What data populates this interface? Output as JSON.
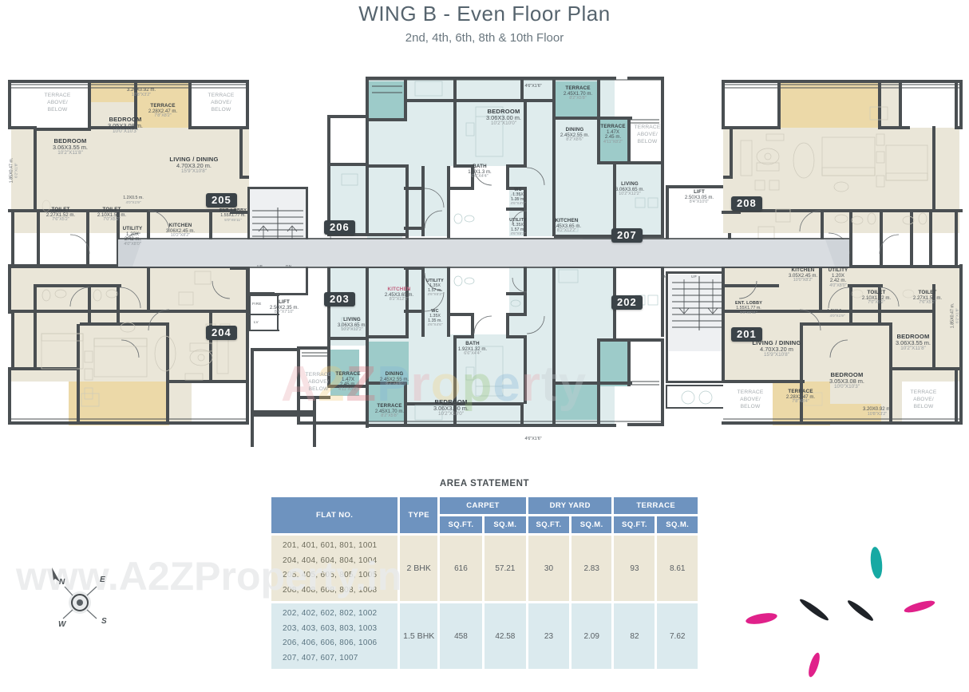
{
  "header": {
    "title": "WING B -  Even Floor Plan",
    "subtitle": "2nd, 4th, 6th, 8th & 10th Floor"
  },
  "watermarks": {
    "center": "A2ZProperty",
    "bottom": "www.A2ZProperty.in"
  },
  "compass": {
    "n": "N",
    "e": "E",
    "s": "S",
    "w": "W"
  },
  "units": {
    "u201": "201",
    "u202": "202",
    "u203": "203",
    "u204": "204",
    "u205": "205",
    "u206": "206",
    "u207": "207",
    "u208": "208"
  },
  "stairs": {
    "up": "UP",
    "dn": "DN",
    "fire": "FIRE",
    "lv": "LV"
  },
  "rooms": {
    "tl_terr_strip": {
      "name": "",
      "m": "3.20X0.92 m.",
      "ft": "10'8\"X3'2\""
    },
    "tl_terrace": {
      "name": "TERRACE",
      "m": "2.28X2.47 m.",
      "ft": "7'8\"X8'2\""
    },
    "tl_tab_left": {
      "name": "TERRACE\nABOVE/\nBELOW"
    },
    "tl_tab_right": {
      "name": "TERRACE\nABOVE/\nBELOW"
    },
    "tl_bed1": {
      "name": "BEDROOM",
      "m": "3.06X3.55 m.",
      "ft": "10'2\"X11'8\""
    },
    "tl_bed2": {
      "name": "BEDROOM",
      "m": "3.05X3.08 m.",
      "ft": "10'0\"X10'3\""
    },
    "tl_living": {
      "name": "LIVING / DINING",
      "m": "4.70X3.20 m.",
      "ft": "15'9\"X10'8\""
    },
    "tl_toilet1": {
      "name": "TOILET",
      "m": "2.27X1.52 m.",
      "ft": "7'6\"X5'2\""
    },
    "tl_toilet2": {
      "name": "TOILET",
      "m": "2.10X1.52 m.",
      "ft": "7'0\"X5'2\""
    },
    "tl_utility": {
      "name": "UTILITY",
      "m": "1.20X",
      "m2": "2.42 m.",
      "ft": "4'0\"X8'0\""
    },
    "tl_kitchen": {
      "name": "KITCHEN",
      "m": "3.06X2.45 m.",
      "ft": "10'2\"X8'2\""
    },
    "tl_entlobby": {
      "name": "ENT. LOBBY",
      "m": "1.55X1.77 m.",
      "ft": "5'0\"X5'11\""
    },
    "tl_niche": {
      "m": "1.2X0.5 m.",
      "ft": "4'0\"X1'9\""
    },
    "tl_edge": {
      "m": "1.85X0.47 m.",
      "ft": "6'2\"X1'8\""
    },
    "tc_bedroom": {
      "name": "BEDROOM",
      "m": "3.06X3.00 m.",
      "ft": "10'2\"X10'0\""
    },
    "tc_dining": {
      "name": "DINING",
      "m": "2.45X2.55 m.",
      "ft": "8'2\"X8'6\""
    },
    "tc_bath": {
      "name": "BATH",
      "m": "1.9X1.3 m.",
      "ft": "6'6\"X4'4\""
    },
    "tc_wc": {
      "name": "WC",
      "m": "1.35X",
      "m2": "1.35 m.",
      "ft": "4'6\"X4'6\""
    },
    "tc_utility": {
      "name": "UTILITY",
      "m": "1.35X",
      "m2": "1.57 m.",
      "ft": "4'6\"X5'3\""
    },
    "tc_kitchen": {
      "name": "KITCHEN",
      "m": "2.45X3.65 m.",
      "ft": "8'2\"X12'2\""
    },
    "tc_terr_top": {
      "name": "TERRACE",
      "m": "2.45X1.70 m.",
      "ft": "8'2\"X5'8\""
    },
    "tc_terr_side": {
      "name": "TERRACE",
      "m": "1.47X",
      "m2": "2.45 m.",
      "ft": "4'11\"X8'2\""
    },
    "tc_tab": {
      "name": "TERRACE\nABOVE/\nBELOW"
    },
    "tc_small1": {
      "ft": "4'6\"X1'6\""
    },
    "tc_living": {
      "name": "LIVING",
      "m": "3.06X3.65 m.",
      "ft": "10'2\"X12'2\""
    },
    "tc_lift": {
      "name": "LIFT",
      "m": "2.50X3.05 m.",
      "ft": "8'4\"X10'0\""
    },
    "bl_lift": {
      "name": "LIFT",
      "m": "2.50X2.35 m.",
      "ft": "8'4\"X7'10\""
    },
    "bc_living": {
      "name": "LIVING",
      "m": "3.06X3.65 m.",
      "ft": "10'2\"X12'2\""
    },
    "bc_kitchen": {
      "name": "KITCHEN",
      "m": "2.45X3.65 m.",
      "ft": "8'2\"X12'2\""
    },
    "bc_utility": {
      "name": "UTILITY",
      "m": "1.35X",
      "m2": "1.57 m.",
      "ft": "4'6\"X5'3\""
    },
    "bc_wc": {
      "name": "WC",
      "m": "1.35X",
      "m2": "1.35 m.",
      "ft": "4'6\"X4'6\""
    },
    "bc_bath": {
      "name": "BATH",
      "m": "1.92X1.32 m.",
      "ft": "6'6\"X4'4\""
    },
    "bc_dining": {
      "name": "DINING",
      "m": "2.45X2.55 m.",
      "ft": "8'2\"X8'6\""
    },
    "bc_bedroom": {
      "name": "BEDROOM",
      "m": "3.06X3.00 m.",
      "ft": "10'2\"X10'0\""
    },
    "bc_terr_side": {
      "name": "TERRACE",
      "m": "1.47X",
      "m2": "2.45 m.",
      "ft": "4'11\"X8'2\""
    },
    "bc_terr_bot": {
      "name": "TERRACE",
      "m": "2.45X1.70 m.",
      "ft": "8'2\"X5'8\""
    },
    "bc_tab": {
      "name": "TERRACE\nABOVE/\nBELOW"
    },
    "bc_small1": {
      "ft": "4'6\"X1'6\""
    },
    "br_kitchen": {
      "name": "KITCHEN",
      "m": "3.05X2.45 m.",
      "ft": "10'0\"X8'2\""
    },
    "br_utility": {
      "name": "UTILITY",
      "m": "1.20X",
      "m2": "2.42 m.",
      "ft": "4'0\"X8'0\""
    },
    "br_niche": {
      "m": "1.2X0.5 m.",
      "ft": "4'0\"X1'9\""
    },
    "br_toilet1": {
      "name": "TOILET",
      "m": "2.10X1.52 m.",
      "ft": "7'0\"X5'2\""
    },
    "br_toilet2": {
      "name": "TOILET",
      "m": "2.27X1.52 m.",
      "ft": "7'6\"X5'2\""
    },
    "br_entlobby": {
      "name": "ENT. LOBBY",
      "m": "1.55X1.77 m.",
      "ft": "5'0\"X5'11\""
    },
    "br_living": {
      "name": "LIVING / DINING",
      "m": "4.70X3.20 m",
      "ft": "15'9\"X10'8\""
    },
    "br_bed1": {
      "name": "BEDROOM",
      "m": "3.05X3.08 m.",
      "ft": "10'0\"X10'3\""
    },
    "br_bed2": {
      "name": "BEDROOM",
      "m": "3.06X3.55 m.",
      "ft": "10'2\"X11'8\""
    },
    "br_terrace": {
      "name": "TERRACE",
      "m": "2.28X2.47 m.",
      "ft": "7'8\"X8'4\""
    },
    "br_terr_strip": {
      "m": "3.20X0.92 m.",
      "ft": "10'8\"X3'2\""
    },
    "br_tab_left": {
      "name": "TERRACE\nABOVE/\nBELOW"
    },
    "br_tab_right": {
      "name": "TERRACE\nABOVE/\nBELOW"
    },
    "br_edge": {
      "m": "1.85X0.47 m.",
      "ft": "6'2\"X1'8\""
    }
  },
  "area_statement": {
    "title": "AREA STATEMENT",
    "headers": {
      "flat_no": "FLAT NO.",
      "type": "TYPE",
      "carpet": "CARPET",
      "dry_yard": "DRY YARD",
      "terrace": "TERRACE",
      "sqft": "SQ.FT.",
      "sqm": "SQ.M."
    },
    "rows": [
      {
        "flats": "201, 401, 601, 801, 1001\n204, 404, 604, 804, 1004\n205, 405, 605, 805, 1005\n208, 408, 608, 808, 1008",
        "type": "2 BHK",
        "carpet_sqft": "616",
        "carpet_sqm": "57.21",
        "dry_sqft": "30",
        "dry_sqm": "2.83",
        "terr_sqft": "93",
        "terr_sqm": "8.61"
      },
      {
        "flats": "202, 402, 602, 802, 1002\n203, 403, 603, 803, 1003\n206, 406, 606, 806, 1006\n207, 407, 607, 1007",
        "type": "1.5 BHK",
        "carpet_sqft": "458",
        "carpet_sqm": "42.58",
        "dry_sqft": "23",
        "dry_sqm": "2.09",
        "terr_sqft": "82",
        "terr_sqm": "7.62"
      }
    ]
  },
  "colors": {
    "wall": "#4a4f52",
    "beige_unit": "#eae6d8",
    "teal_unit": "#dfeced",
    "terrace_beige": "#ecd9a8",
    "terrace_teal": "#9dcbc9",
    "corridor": "#dcdfe3",
    "header_blue": "#6e93bf",
    "row1_bg": "#ece7d7",
    "row2_bg": "#dbeaee"
  }
}
